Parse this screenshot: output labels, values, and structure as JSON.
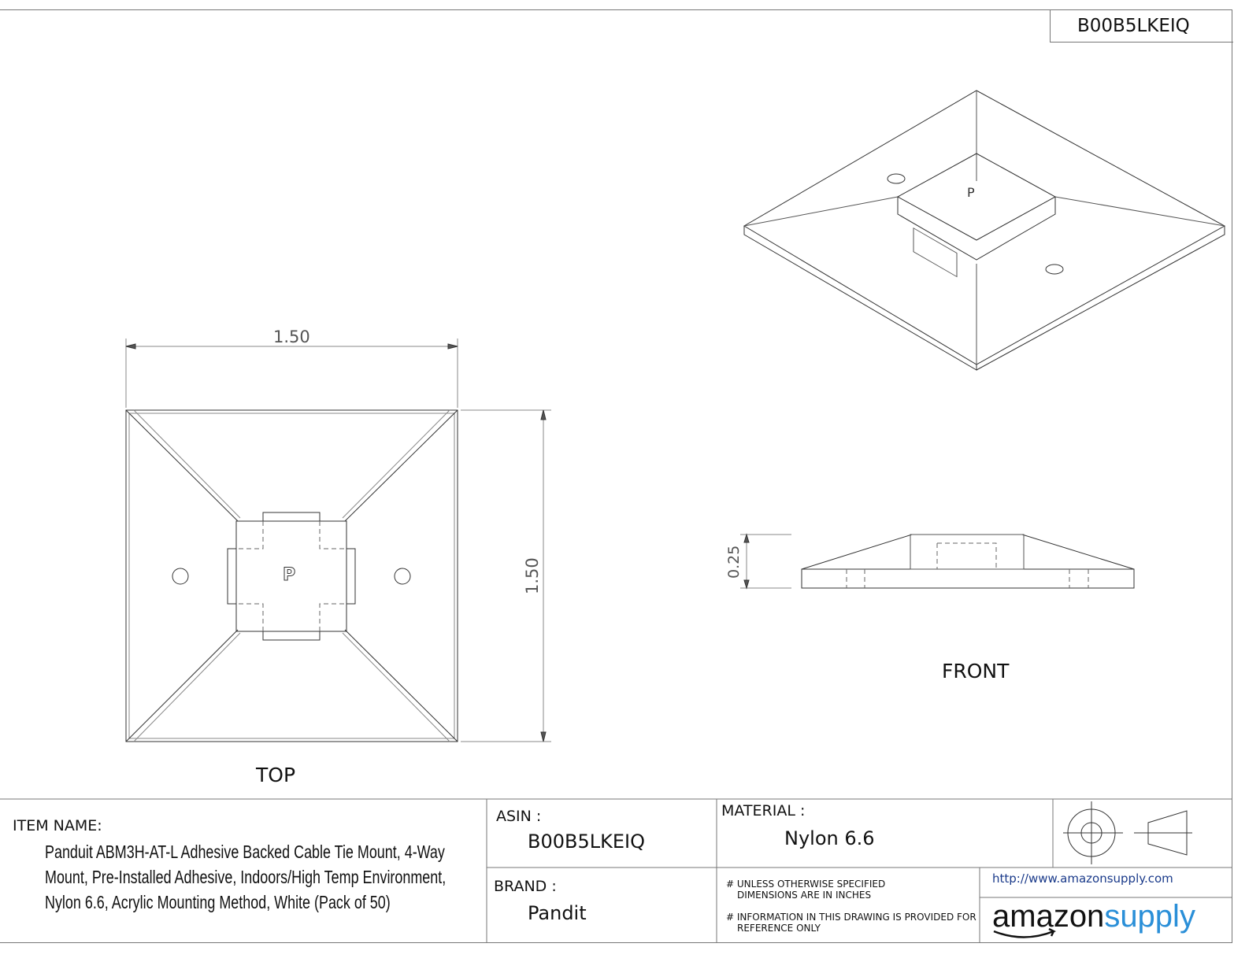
{
  "header": {
    "asin_box": "B00B5LKEIQ"
  },
  "views": {
    "top_label": "TOP",
    "front_label": "FRONT",
    "top_width_dim": "1.50",
    "top_height_dim": "1.50",
    "front_height_dim": "0.25",
    "logo_mark": "P"
  },
  "title_block": {
    "item_name_label": "ITEM NAME:",
    "item_name_lines": [
      "Panduit ABM3H-AT-L Adhesive Backed Cable Tie Mount, 4-Way",
      "Mount, Pre-Installed Adhesive, Indoors/High Temp Environment,",
      "Nylon 6.6, Acrylic Mounting Method, White (Pack of 50)"
    ],
    "asin_label": "ASIN :",
    "asin_value": "B00B5LKEIQ",
    "brand_label": "BRAND :",
    "brand_value": "Pandit",
    "material_label": "MATERIAL :",
    "material_value": "Nylon 6.6",
    "notes": [
      [
        "# UNLESS OTHERWISE SPECIFIED",
        "DIMENSIONS ARE IN INCHES"
      ],
      [
        "# INFORMATION IN THIS DRAWING IS PROVIDED FOR",
        "REFERENCE ONLY"
      ]
    ],
    "url": "http://www.amazonsupply.com",
    "logo_text_dark": "amazon",
    "logo_text_blue": "supply",
    "colors": {
      "url": "#1a3a8a",
      "logo_blue": "#2a8fd8"
    }
  }
}
